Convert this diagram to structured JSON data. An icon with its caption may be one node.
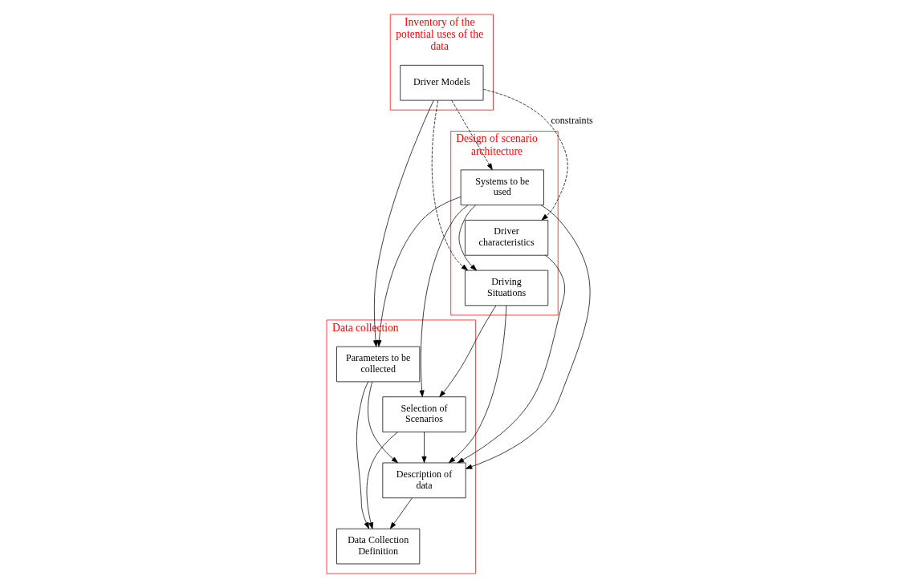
{
  "diagram": {
    "nodes": [
      {
        "text": [
          "Inventory of the potential uses of the data"
        ]
      },
      {
        "text": [
          "Driver Models"
        ],
        "in": 0
      },
      {
        "text": [
          "Design of scenario architecture"
        ]
      },
      {
        "text": [
          "Driver characteristics"
        ],
        "in": 2
      },
      {
        "text": [
          "Systems to be used"
        ],
        "in": 2
      },
      {
        "text": [
          "Driving Situations"
        ],
        "in": 2
      },
      {
        "text": [
          "Data collection"
        ]
      },
      {
        "text": [
          "Parameters to be collected"
        ],
        "in": 6
      },
      {
        "text": [
          "Description of data"
        ],
        "in": 6
      },
      {
        "text": [
          "Selection of Scenarios"
        ],
        "in": 6
      },
      {
        "text": [
          "Data Collection Definition"
        ],
        "in": 6
      }
    ],
    "edges": [
      {
        "from": 1,
        "to": 3,
        "arrow": "to",
        "style": "dashed",
        "label": "constraints"
      },
      {
        "from": 1,
        "to": 4,
        "arrow": "to",
        "style": "dashed"
      },
      {
        "from": 1,
        "to": 5,
        "arrow": "to",
        "style": "dashed"
      },
      {
        "from": 4,
        "to": 5,
        "arrow": "to"
      },
      {
        "from": 1,
        "to": 7,
        "arrow": "to"
      },
      {
        "from": 3,
        "to": 8,
        "arrow": "to"
      },
      {
        "from": 4,
        "to": 7,
        "arrow": "to"
      },
      {
        "from": 4,
        "to": 8,
        "arrow": "to"
      },
      {
        "from": 4,
        "to": 9,
        "arrow": "to"
      },
      {
        "from": 5,
        "to": 8,
        "arrow": "to"
      },
      {
        "from": 5,
        "to": 9,
        "arrow": "to"
      },
      {
        "from": 7,
        "to": 8,
        "arrow": "to"
      },
      {
        "from": 9,
        "to": 8,
        "arrow": "to"
      },
      {
        "from": 7,
        "to": 10,
        "arrow": "to"
      },
      {
        "from": 8,
        "to": 10,
        "arrow": "to"
      },
      {
        "from": 9,
        "to": 10,
        "arrow": "to"
      }
    ]
  }
}
